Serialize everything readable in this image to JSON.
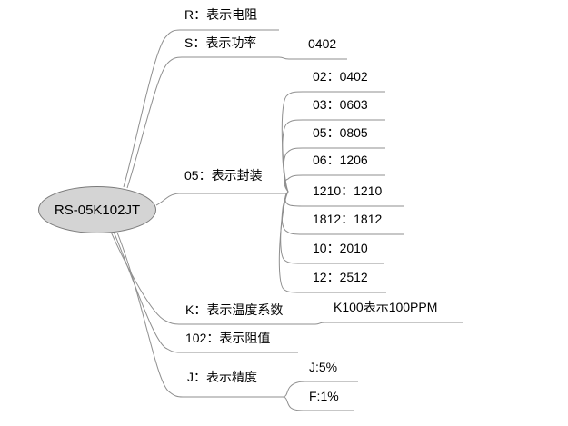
{
  "diagram": {
    "title_hint": "part-number decomposition mind map",
    "root": {
      "label": "RS-05K102JT"
    },
    "branches": [
      {
        "label": "R：表示电阻",
        "children": []
      },
      {
        "label": "S：表示功率",
        "children": [
          {
            "label": "0402"
          }
        ]
      },
      {
        "label": "05：表示封装",
        "children": [
          {
            "label": "02：0402"
          },
          {
            "label": "03：0603"
          },
          {
            "label": "05：0805"
          },
          {
            "label": "06：1206"
          },
          {
            "label": "1210：1210"
          },
          {
            "label": "1812：1812"
          },
          {
            "label": "10：2010"
          },
          {
            "label": "12：2512"
          }
        ]
      },
      {
        "label": "K：表示温度系数",
        "children": [
          {
            "label": "K100表示100PPM"
          }
        ]
      },
      {
        "label": "102：表示阻值",
        "children": []
      },
      {
        "label": "J：表示精度",
        "children": [
          {
            "label": "J:5%"
          },
          {
            "label": "F:1%"
          }
        ]
      }
    ],
    "colors": {
      "root_fill": "#d4d4d4",
      "root_border": "#7a7a7a",
      "line": "#8f8f8f",
      "text": "#000000",
      "background": "#ffffff"
    }
  }
}
